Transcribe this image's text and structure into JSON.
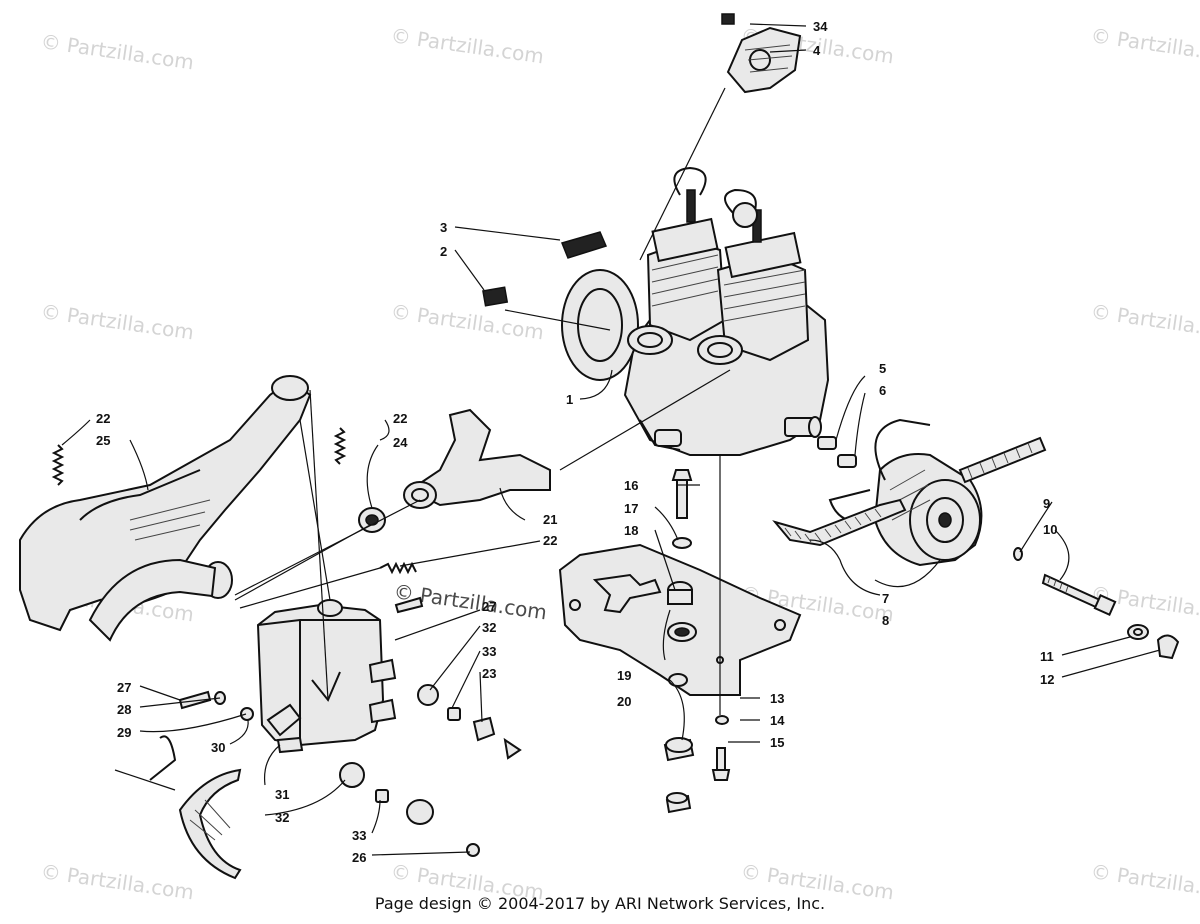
{
  "watermark": "© Partzilla.com",
  "center_watermark": "© Partzilla.com",
  "footer": "Page design © 2004-2017 by ARI Network Services, Inc.",
  "callouts": {
    "c34": "34",
    "c4": "4",
    "c3": "3",
    "c2": "2",
    "c1": "1",
    "c22a": "22",
    "c25": "25",
    "c22b": "22",
    "c24": "24",
    "c21": "21",
    "c22c": "22",
    "c5": "5",
    "c6": "6",
    "c16": "16",
    "c17": "17",
    "c18": "18",
    "c9": "9",
    "c10": "10",
    "c7": "7",
    "c8": "8",
    "c11": "11",
    "c12": "12",
    "c27a": "27",
    "c32a": "32",
    "c33a": "33",
    "c23": "23",
    "c19": "19",
    "c20": "20",
    "c13": "13",
    "c14": "14",
    "c15": "15",
    "c27b": "27",
    "c28": "28",
    "c29": "29",
    "c30": "30",
    "c31": "31",
    "c32b": "32",
    "c33b": "33",
    "c26": "26"
  }
}
